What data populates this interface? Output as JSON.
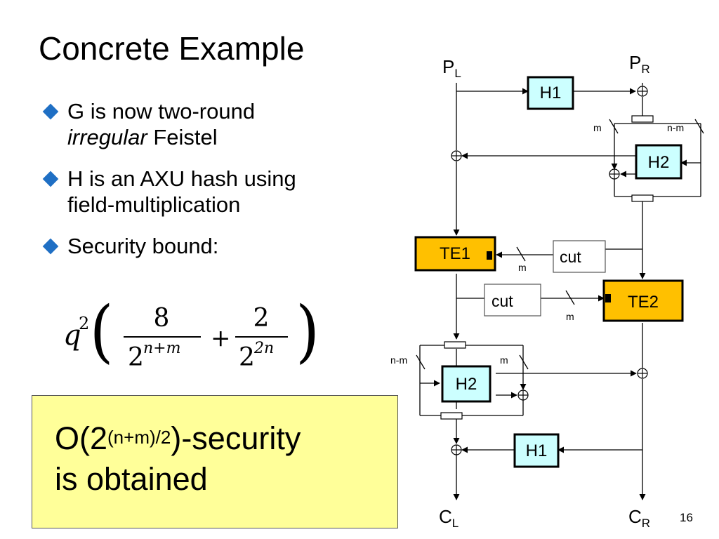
{
  "slide": {
    "title": "Concrete Example",
    "page_number": "16"
  },
  "bullets": [
    {
      "lead": "G is now two-round",
      "emph": "irregular",
      "tail": "Feistel"
    },
    {
      "lead": "H is an AXU hash using",
      "tail": "field-multiplication"
    },
    {
      "lead": "Security bound:"
    }
  ],
  "formula": {
    "base": "q",
    "exp": "2",
    "num1": "8",
    "den1_base": "2",
    "den1_exp": "n+m",
    "plus": "+",
    "num2": "2",
    "den2_base": "2",
    "den2_exp": "2n"
  },
  "callout": {
    "prefix": "O(2",
    "superscript": "(n+m)/2",
    "suffix": ")-security",
    "line2": "is obtained"
  },
  "diagram": {
    "inputs": {
      "left": {
        "main": "P",
        "sub": "L"
      },
      "right": {
        "main": "P",
        "sub": "R"
      }
    },
    "outputs": {
      "left": {
        "main": "C",
        "sub": "L"
      },
      "right": {
        "main": "C",
        "sub": "R"
      }
    },
    "boxes": {
      "h1_top": "H1",
      "h2_top": "H2",
      "te1": "TE1",
      "te2": "TE2",
      "cut_top": "cut",
      "cut_bottom": "cut",
      "h2_bottom": "H2",
      "h1_bottom": "H1"
    },
    "wire_labels": {
      "m_top_left": "m",
      "nm_top_right": "n-m",
      "m_te1": "m",
      "m_te2": "m",
      "nm_bottom_left": "n-m",
      "m_bottom_right": "m"
    },
    "colors": {
      "hash_box_fill": "#ccffff",
      "cipher_box_fill": "#ffc000",
      "callout_fill": "#ffff99",
      "bullet_color": "#1f6fc4"
    }
  }
}
